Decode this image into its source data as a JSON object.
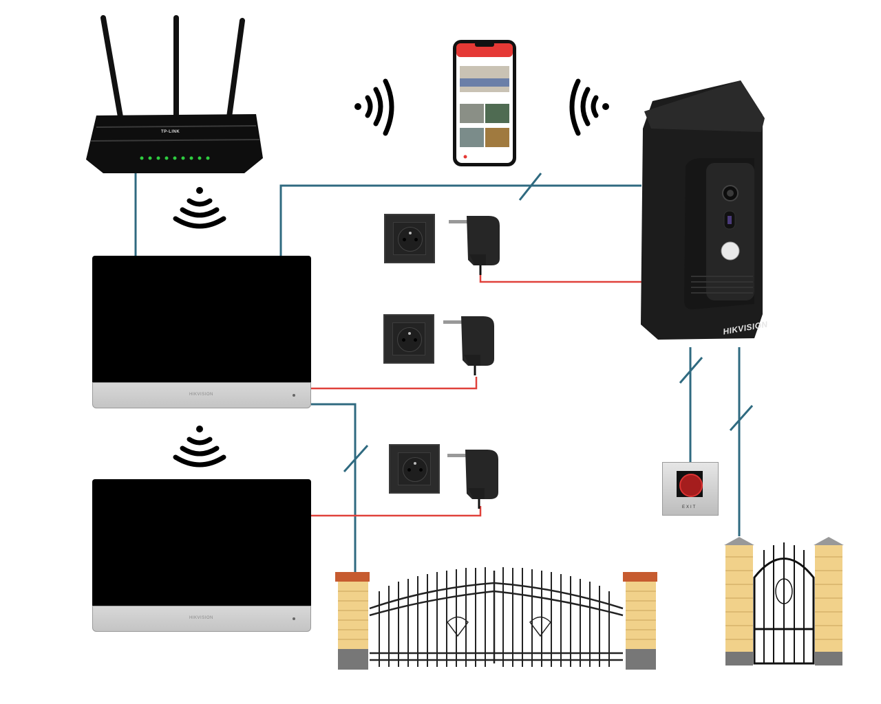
{
  "diagram": {
    "title": "Video intercom wiring diagram",
    "devices": {
      "router": {
        "name": "Wi-Fi router",
        "brand": "TP-LINK",
        "led_color": "#2ecc40"
      },
      "smartphone": {
        "name": "Smartphone app"
      },
      "door_station": {
        "name": "Outdoor door station",
        "brand": "HIKVISION"
      },
      "monitor_1": {
        "name": "Indoor monitor 1",
        "brand": "HIKVISION"
      },
      "monitor_2": {
        "name": "Indoor monitor 2",
        "brand": "HIKVISION"
      },
      "exit_button": {
        "name": "Exit button",
        "label": "EXIT"
      },
      "driveway_gate": {
        "name": "Driveway gate"
      },
      "wicket_gate": {
        "name": "Wicket gate"
      },
      "power_outlets": [
        {
          "name": "Power outlet 1"
        },
        {
          "name": "Power outlet 2"
        },
        {
          "name": "Power outlet 3"
        }
      ],
      "power_adapters": [
        {
          "name": "Power adapter 1"
        },
        {
          "name": "Power adapter 2"
        },
        {
          "name": "Power adapter 3"
        }
      ]
    },
    "wireless_links": [
      {
        "name": "wifi-phone-left"
      },
      {
        "name": "wifi-phone-right"
      },
      {
        "name": "wifi-monitor-1"
      },
      {
        "name": "wifi-monitor-2"
      }
    ],
    "colors": {
      "data_cable": "#2f6a80",
      "power_cable": "#e0413a",
      "background": "#ffffff"
    }
  }
}
